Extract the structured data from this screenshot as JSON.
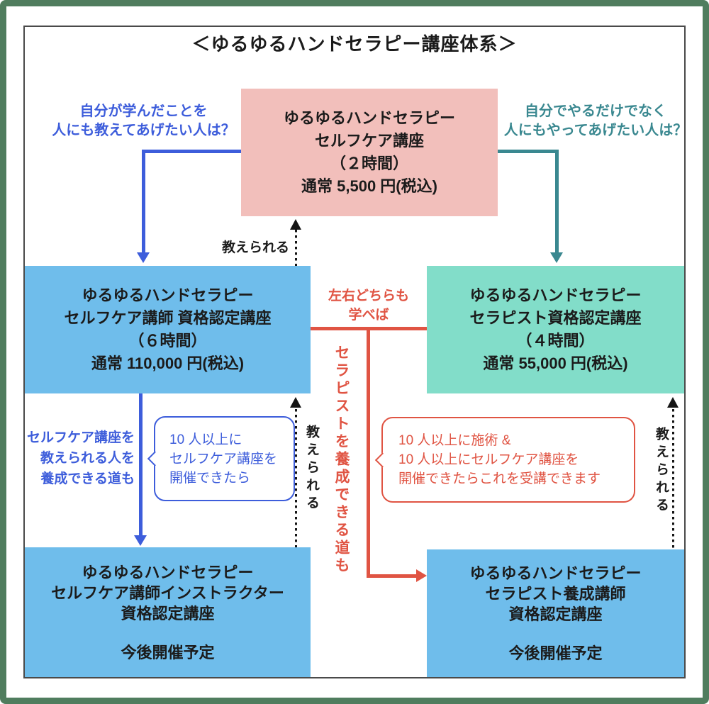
{
  "title": "＜ゆるゆるハンドセラピー講座体系＞",
  "colors": {
    "outer_border": "#507d5e",
    "inner_border": "#4a4a4a",
    "pink_box": "#f2bfbb",
    "blue_box": "#6fbdeb",
    "teal_box": "#82ddc9",
    "blue_accent": "#3d5ddb",
    "teal_accent": "#3a8890",
    "red_accent": "#e05443",
    "arrow_black": "#151515",
    "text_dark": "#1b1b1b"
  },
  "boxes": {
    "selfcare_course": {
      "lines": [
        "ゆるゆるハンドセラピー",
        "セルフケア講座",
        "（２時間）",
        "通常 5,500 円(税込)"
      ]
    },
    "selfcare_instructor_cert": {
      "lines": [
        "ゆるゆるハンドセラピー",
        "セルフケア講師 資格認定講座",
        "（６時間）",
        "通常 110,000 円(税込)"
      ]
    },
    "therapist_cert": {
      "lines": [
        "ゆるゆるハンドセラピー",
        "セラピスト資格認定講座",
        "（４時間）",
        "通常 55,000 円(税込)"
      ]
    },
    "selfcare_instructor_trainer": {
      "lines": [
        "ゆるゆるハンドセラピー",
        "セルフケア講師インストラクター",
        "資格認定講座"
      ],
      "status": "今後開催予定"
    },
    "therapist_trainer": {
      "lines": [
        "ゆるゆるハンドセラピー",
        "セラピスト養成講師",
        "資格認定講座"
      ],
      "status": "今後開催予定"
    }
  },
  "labels": {
    "question_left": {
      "lines": [
        "自分が学んだことを",
        "人にも教えてあげたい人は？"
      ]
    },
    "question_right": {
      "lines": [
        "自分でやるだけでなく",
        "人にもやってあげたい人は？"
      ]
    },
    "teachable_top": "教えられる",
    "teachable_left": "教えられる",
    "teachable_right": "教えられる",
    "both_sides": {
      "lines": [
        "左右どちらも",
        "学べば"
      ]
    },
    "therapist_path": "セラピストを養成できる道も",
    "selfcare_path": {
      "lines": [
        "セルフケア講座を",
        "教えられる人を",
        "養成できる道も"
      ]
    }
  },
  "bubbles": {
    "blue": {
      "lines": [
        "10 人以上に",
        "セルフケア講座を",
        "開催できたら"
      ]
    },
    "red": {
      "lines": [
        "10 人以上に施術 &",
        "10 人以上にセルフケア講座を",
        "開催できたらこれを受講できます"
      ]
    }
  }
}
